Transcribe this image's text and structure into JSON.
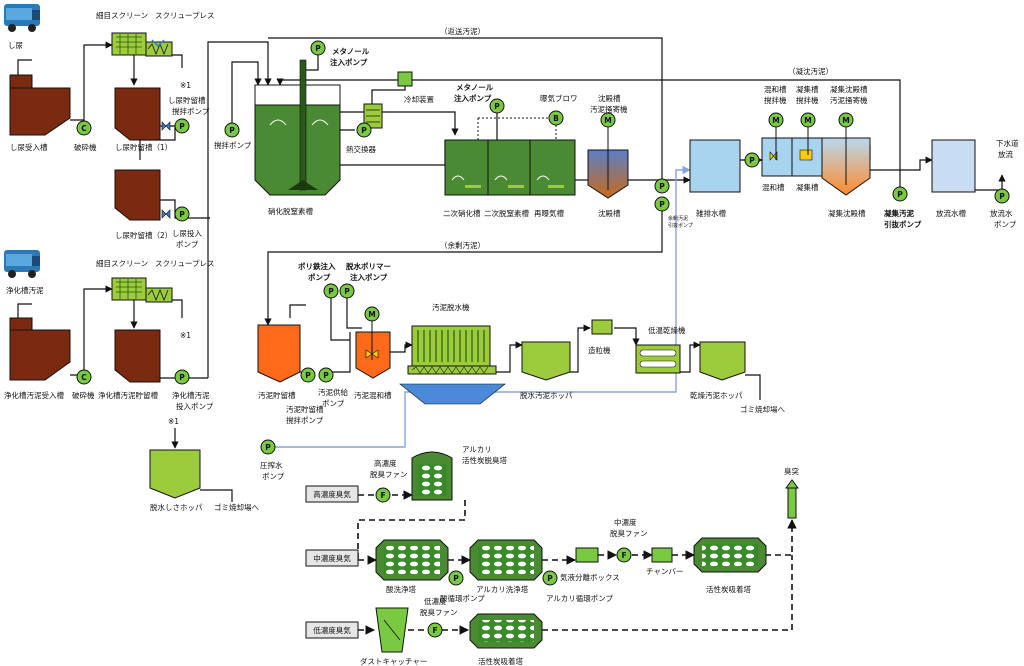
{
  "labels": {
    "shinyo": "し尿",
    "shinyo_recv": "し尿受入槽",
    "crusher1": "破砕機",
    "fine_screen1": "細目スクリーン",
    "screw_press1": "スクリュープレス",
    "note1": "※1",
    "mix_pump_l1": "し尿貯留槽",
    "mix_pump_l2": "撹拌ポンプ",
    "storage1": "し尿貯留槽（1）",
    "storage2": "し尿貯留槽（2）",
    "feed_pump_l1": "し尿投入",
    "feed_pump_l2": "ポンプ",
    "jokaso_sludge": "浄化槽汚泥",
    "fine_screen2": "細目スクリーン",
    "screw_press2": "スクリュープレス",
    "note2": "※1",
    "jokaso_recv": "浄化槽汚泥受入槽",
    "crusher2": "破砕機",
    "jokaso_storage": "浄化槽汚泥貯留槽",
    "jokaso_pump_l1": "浄化槽汚泥",
    "jokaso_pump_l2": "投入ポンプ",
    "return_sludge": "（返送汚泥）",
    "methanol1_l1": "メタノール",
    "methanol1_l2": "注入ポンプ",
    "cooler": "冷却装置",
    "heat_exchanger": "熱交換器",
    "stir_pump": "撹拌ポンプ",
    "nitrification_tank": "硝化脱窒素槽",
    "methanol2_l1": "メタノール",
    "methanol2_l2": "注入ポンプ",
    "blower": "曝気ブロワ",
    "settler_scraper_l1": "沈殿槽",
    "settler_scraper_l2": "汚泥掻寄機",
    "coag_sludge": "（凝沈汚泥）",
    "mix_stirrer_l1": "混和槽",
    "mix_stirrer_l2": "撹拌機",
    "coag_stirrer_l1": "凝集槽",
    "coag_stirrer_l2": "撹拌機",
    "coag_scraper_l1": "凝集沈殿槽",
    "coag_scraper_l2": "汚泥掻寄機",
    "secondary_nitri": "二次硝化槽",
    "secondary_denitri": "二次脱窒素槽",
    "reaeration": "再曝気槽",
    "settler": "沈殿槽",
    "surplus_pump_l1": "余剰汚泥",
    "surplus_pump_l2": "引抜ポンプ",
    "miscellaneous_tank": "雑排水槽",
    "mixing_tank": "混和槽",
    "coag_tank": "凝集槽",
    "coag_settler": "凝集沈殿槽",
    "coag_pump_l1": "凝集汚泥",
    "coag_pump_l2": "引抜ポンプ",
    "discharge_tank": "放流水槽",
    "discharge_pump_l1": "放流水",
    "discharge_pump_l2": "ポンプ",
    "sewer_l1": "下水道",
    "sewer_l2": "放流",
    "excess_sludge": "（余剰汚泥）",
    "ferric_l1": "ポリ鉄注入",
    "ferric_l2": "ポンプ",
    "polymer_l1": "脱水ポリマー",
    "polymer_l2": "注入ポンプ",
    "dewatering_machine": "汚泥脱水機",
    "sludge_storage": "汚泥貯留槽",
    "sludge_stir_l1": "汚泥貯留槽",
    "sludge_stir_l2": "撹拌ポンプ",
    "sludge_feed_l1": "汚泥供給",
    "sludge_feed_l2": "ポンプ",
    "sludge_mix": "汚泥混和槽",
    "dewatered_hopper": "脱水汚泥ホッパ",
    "granulator": "造粒機",
    "dryer": "低温乾燥機",
    "dried_hopper": "乾燥汚泥ホッパ",
    "to_incinerator1": "ゴミ焼却場へ",
    "pressure_pump_l1": "圧搾水",
    "pressure_pump_l2": "ポンプ",
    "note3": "※1",
    "screenings_hopper": "脱水しさホッパ",
    "to_incinerator2": "ゴミ焼却場へ",
    "high_odor": "高濃度臭気",
    "high_fan_l1": "高濃度",
    "high_fan_l2": "脱臭ファン",
    "alkali_carbon_l1": "アルカリ",
    "alkali_carbon_l2": "活性炭脱臭塔",
    "mid_odor": "中濃度臭気",
    "acid_scrubber": "酸洗浄塔",
    "acid_pump": "酸循環ポンプ",
    "alkali_scrubber": "アルカリ洗浄塔",
    "alkali_pump": "アルカリ循環ポンプ",
    "gas_liquid": "気液分離ボックス",
    "mid_fan_l1": "中濃度",
    "mid_fan_l2": "脱臭ファン",
    "chamber": "チャンバー",
    "carbon_tower1": "活性炭吸着塔",
    "stack": "臭突",
    "low_odor": "低濃度臭気",
    "low_fan_l1": "低濃度",
    "low_fan_l2": "脱臭ファン",
    "dust_catcher": "ダストキャッチャー",
    "carbon_tower2": "活性炭吸着塔",
    "return_pump_l1": "余剰汚泥",
    "return_pump_l2": "引抜ポンプ"
  },
  "symbols": {
    "pump": "P",
    "crusher": "C",
    "motor": "M",
    "blower": "B",
    "fan": "F"
  },
  "colors": {
    "tank_green": "#4a8a32",
    "tank_light_green": "#9ccc3c",
    "sludge_brown": "#7a2a10",
    "sludge_orange": "#ff6a1a",
    "water_blue": "#a8d4f0",
    "pump_green": "#7ac943",
    "line": "#111111",
    "blue_line": "#8aa4d8"
  }
}
